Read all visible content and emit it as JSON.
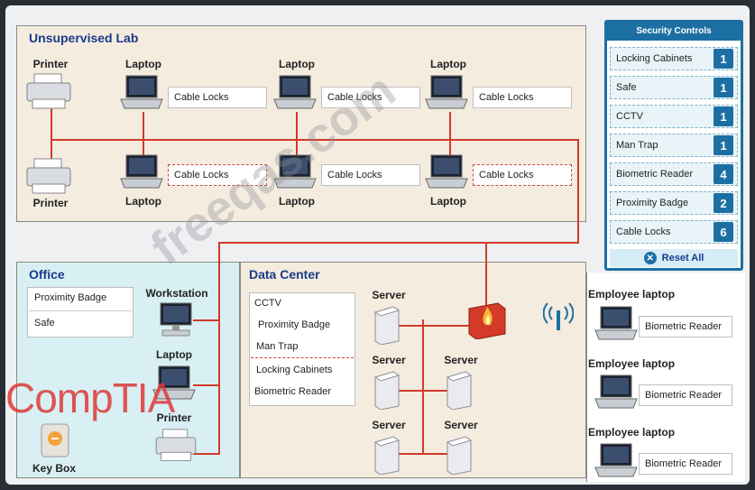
{
  "lab": {
    "title": "Unsupervised Lab",
    "printer_top": "Printer",
    "printer_bottom": "Printer",
    "laptops_top": [
      "Laptop",
      "Laptop",
      "Laptop"
    ],
    "laptops_bottom": [
      "Laptop",
      "Laptop",
      "Laptop"
    ],
    "controls_top": [
      "Cable Locks",
      "Cable Locks",
      "Cable Locks"
    ],
    "controls_bottom": [
      "Cable Locks",
      "Cable Locks",
      "Cable Locks"
    ]
  },
  "office": {
    "title": "Office",
    "controls": [
      "Proximity Badge",
      "Safe"
    ],
    "workstation": "Workstation",
    "laptop": "Laptop",
    "printer": "Printer",
    "key_box": "Key Box"
  },
  "datacenter": {
    "title": "Data Center",
    "controls": [
      "CCTV",
      "Proximity Badge",
      "Man Trap",
      "Locking Cabinets",
      "Biometric Reader"
    ],
    "servers": [
      "Server",
      "Server",
      "Server",
      "Server",
      "Server"
    ]
  },
  "security_controls": {
    "title": "Security Controls",
    "items": [
      {
        "label": "Locking Cabinets",
        "count": "1"
      },
      {
        "label": "Safe",
        "count": "1"
      },
      {
        "label": "CCTV",
        "count": "1"
      },
      {
        "label": "Man Trap",
        "count": "1"
      },
      {
        "label": "Biometric Reader",
        "count": "4"
      },
      {
        "label": "Proximity Badge",
        "count": "2"
      },
      {
        "label": "Cable Locks",
        "count": "6"
      }
    ],
    "reset": "Reset All"
  },
  "employees": [
    {
      "title": "Employee laptop",
      "control": "Biometric Reader"
    },
    {
      "title": "Employee laptop",
      "control": "Biometric Reader"
    },
    {
      "title": "Employee laptop",
      "control": "Biometric Reader"
    }
  ],
  "watermark": {
    "brand": "CompTIA",
    "site": "freeqas.com"
  },
  "colors": {
    "wire": "#d33a2a",
    "accent": "#1c6fa3",
    "title": "#1a3b8a"
  }
}
